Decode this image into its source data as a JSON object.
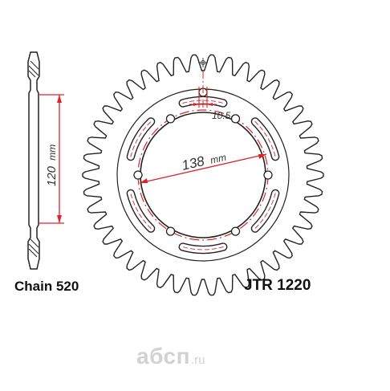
{
  "diagram": {
    "chain_label": "Chain 520",
    "part_number": "JTR 1220",
    "dims": {
      "pitch_circle": "138",
      "pitch_circle_unit": "mm",
      "thickness": "120",
      "thickness_unit": "mm",
      "bolt_hole": "10.5"
    },
    "watermark": {
      "name": "абсп",
      "tld": ".ru"
    }
  },
  "colors": {
    "line": "#222222",
    "accent_red": "#e0202a",
    "watermark": "#d2d2d2"
  }
}
